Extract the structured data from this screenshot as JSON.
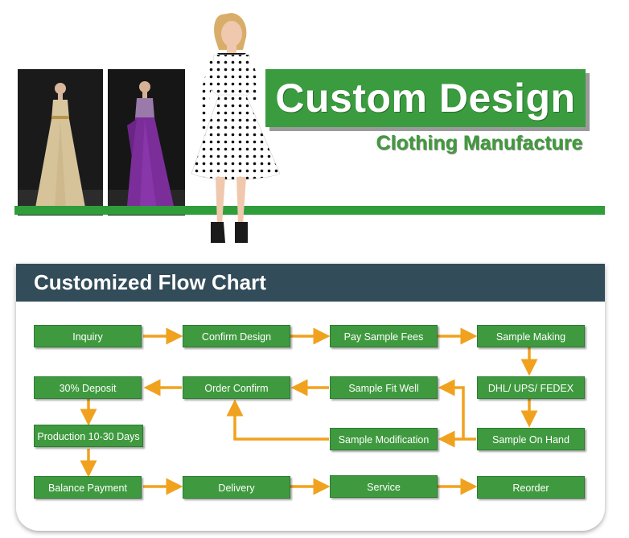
{
  "banner": {
    "title": "Custom Design",
    "subtitle": "Clothing Manufacture",
    "accent_color": "#3a9c3f",
    "photos": [
      "runway-gown-photo",
      "purple-gown-photo",
      "polka-dot-dress-model"
    ]
  },
  "flow": {
    "header": "Customized Flow Chart",
    "header_color": "#324c59",
    "node_color": "#3f9a3f",
    "arrow_color": "#f0a21e",
    "nodes": [
      {
        "id": "inquiry",
        "label": "Inquiry"
      },
      {
        "id": "confirm_design",
        "label": "Confirm Design"
      },
      {
        "id": "pay_sample_fees",
        "label": "Pay Sample Fees"
      },
      {
        "id": "sample_making",
        "label": "Sample Making"
      },
      {
        "id": "deposit",
        "label": "30% Deposit"
      },
      {
        "id": "order_confirm",
        "label": "Order Confirm"
      },
      {
        "id": "sample_fit_well",
        "label": "Sample Fit Well"
      },
      {
        "id": "shipping",
        "label": "DHL/ UPS/ FEDEX"
      },
      {
        "id": "production",
        "label": "Production 10-30 Days"
      },
      {
        "id": "sample_modification",
        "label": "Sample Modification"
      },
      {
        "id": "sample_on_hand",
        "label": "Sample On Hand"
      },
      {
        "id": "balance_payment",
        "label": "Balance Payment"
      },
      {
        "id": "delivery",
        "label": "Delivery"
      },
      {
        "id": "service",
        "label": "Service"
      },
      {
        "id": "reorder",
        "label": "Reorder"
      }
    ],
    "edges": [
      [
        "inquiry",
        "confirm_design"
      ],
      [
        "confirm_design",
        "pay_sample_fees"
      ],
      [
        "pay_sample_fees",
        "sample_making"
      ],
      [
        "sample_making",
        "shipping"
      ],
      [
        "shipping",
        "sample_on_hand"
      ],
      [
        "sample_on_hand",
        "sample_fit_well"
      ],
      [
        "sample_on_hand",
        "sample_modification"
      ],
      [
        "sample_modification",
        "order_confirm"
      ],
      [
        "sample_fit_well",
        "order_confirm"
      ],
      [
        "order_confirm",
        "deposit"
      ],
      [
        "deposit",
        "production"
      ],
      [
        "production",
        "balance_payment"
      ],
      [
        "balance_payment",
        "delivery"
      ],
      [
        "delivery",
        "service"
      ],
      [
        "service",
        "reorder"
      ]
    ]
  }
}
